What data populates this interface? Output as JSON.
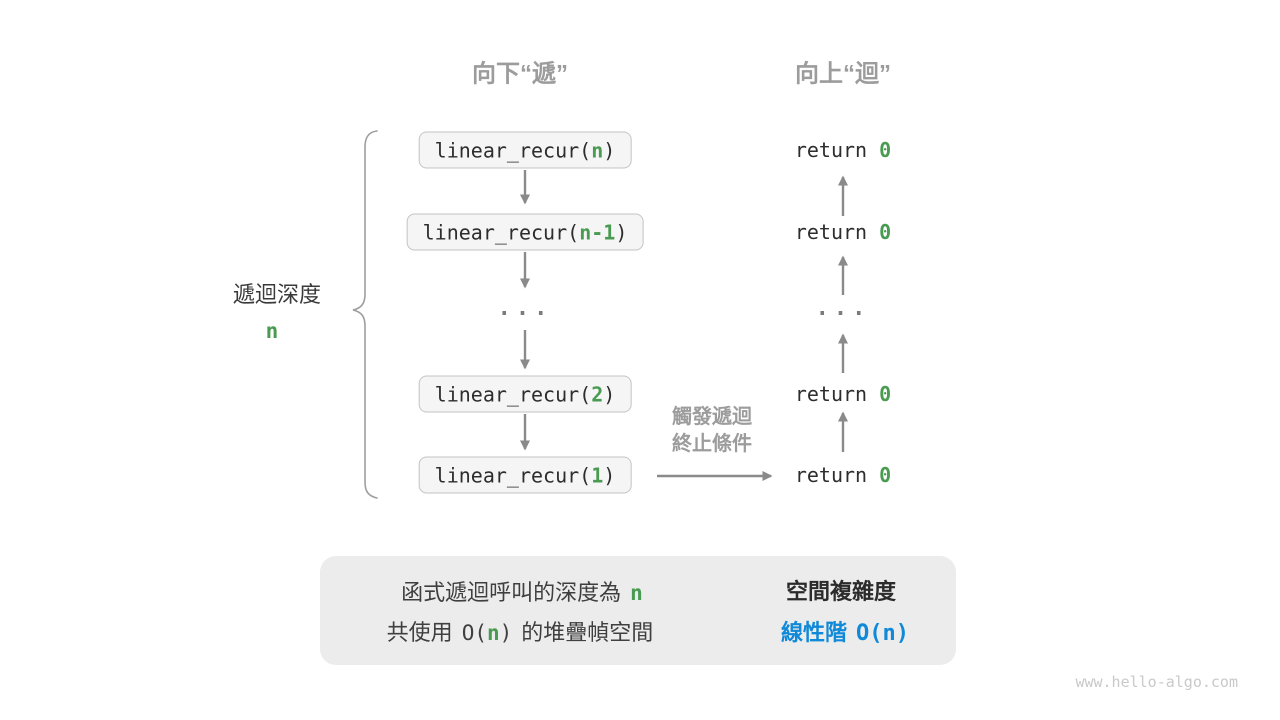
{
  "colors": {
    "accent_green": "#4a9b52",
    "accent_blue": "#0f89d8",
    "gray_label": "#9c9c9c",
    "arrow_gray": "#8a8a8a",
    "code_text": "#2d2d2d",
    "box_bg": "#f5f5f5",
    "box_border": "#c3c3c3",
    "summary_bg": "#ececec"
  },
  "headers": {
    "downward": "向下“遞”",
    "upward": "向上“迴”"
  },
  "depth_label": {
    "title": "遞迴深度",
    "value": "n"
  },
  "stack": {
    "ellipsis": "...",
    "boxes": [
      {
        "prefix": "linear_recur(",
        "arg": "n",
        "suffix": ")"
      },
      {
        "prefix": "linear_recur(",
        "arg": "n-1",
        "suffix": ")"
      },
      {
        "prefix": "linear_recur(",
        "arg": "2",
        "suffix": ")"
      },
      {
        "prefix": "linear_recur(",
        "arg": "1",
        "suffix": ")"
      }
    ]
  },
  "returns": {
    "ellipsis": "...",
    "items": [
      {
        "keyword": "return",
        "value": "0"
      },
      {
        "keyword": "return",
        "value": "0"
      },
      {
        "keyword": "return",
        "value": "0"
      },
      {
        "keyword": "return",
        "value": "0"
      }
    ]
  },
  "termination": {
    "line1": "觸發遞迴",
    "line2": "終止條件"
  },
  "summary": {
    "line1": {
      "text": "函式遞迴呼叫的深度為",
      "value": "n"
    },
    "line2": {
      "pre": "共使用",
      "o_open": "O(",
      "n": "n",
      "o_close": ")",
      "post": "的堆疊幀空間"
    },
    "result": {
      "title": "空間複雜度",
      "label": "線性階",
      "complexity": "O(n)"
    }
  },
  "watermark": "www.hello-algo.com"
}
